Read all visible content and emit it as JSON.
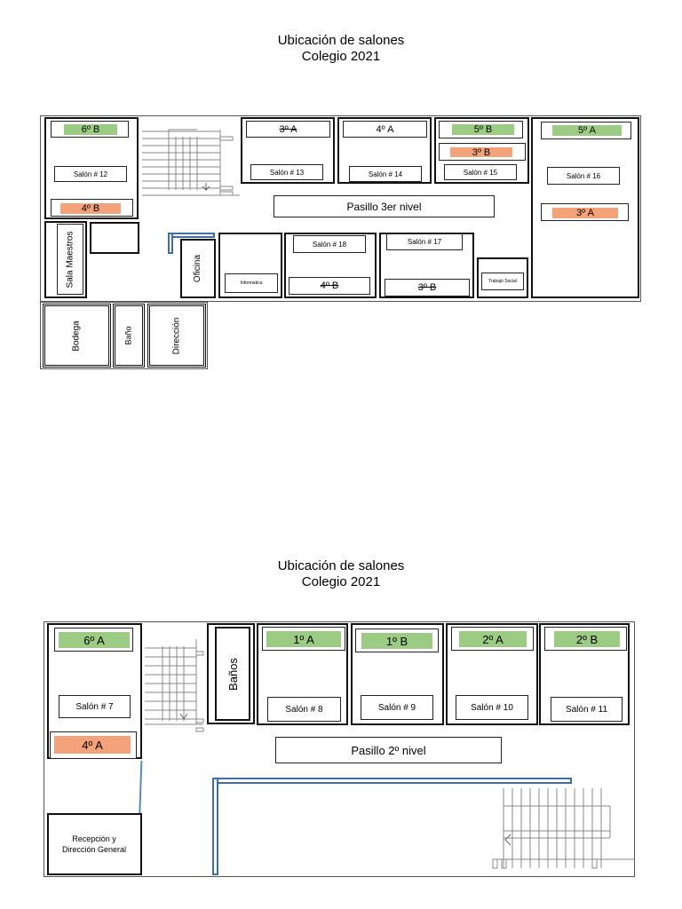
{
  "plan3": {
    "title_line1": "Ubicación de salones",
    "title_line2": "Colegio 2021",
    "rooms": {
      "r12": {
        "top": "6º B",
        "label": "Salón # 12",
        "bottom": "4º B"
      },
      "r13": {
        "top": "3º A",
        "label": "Salón # 13"
      },
      "r14": {
        "top": "4º A",
        "label": "Salón # 14"
      },
      "r15": {
        "top": "5º B",
        "mid": "3º B",
        "label": "Salón # 15"
      },
      "r16": {
        "top": "5º A",
        "label": "Salón # 16",
        "bottom": "3º A"
      },
      "r18": {
        "label": "Salón # 18",
        "bottom": "4º B"
      },
      "r17": {
        "label": "Salón # 17",
        "bottom": "3º B"
      }
    },
    "corridor": "Pasillo 3er nivel",
    "sala_maestros": "Sala Maestros",
    "oficina": "Oficina",
    "informatica": "Informatica",
    "trabajo_social": "Trabajo Social",
    "bodega": "Bodega",
    "bano": "Baño",
    "direccion": "Dirección"
  },
  "plan2": {
    "title_line1": "Ubicación de salones",
    "title_line2": "Colegio 2021",
    "rooms": {
      "r7": {
        "top": "6º A",
        "label": "Salón # 7",
        "bottom": "4º A"
      },
      "r8": {
        "top": "1º A",
        "label": "Salón # 8"
      },
      "r9": {
        "top": "1º B",
        "label": "Salón # 9"
      },
      "r10": {
        "top": "2º A",
        "label": "Salón # 10"
      },
      "r11": {
        "top": "2º B",
        "label": "Salón # 11"
      }
    },
    "banos": "Baños",
    "corridor": "Pasillo 2º nivel",
    "recepcion": "Recepción y Dirección General"
  },
  "colors": {
    "assigned_green": "#9ccc84",
    "assigned_orange": "#f4a27a",
    "pipe_blue": "#3d6fa3"
  }
}
